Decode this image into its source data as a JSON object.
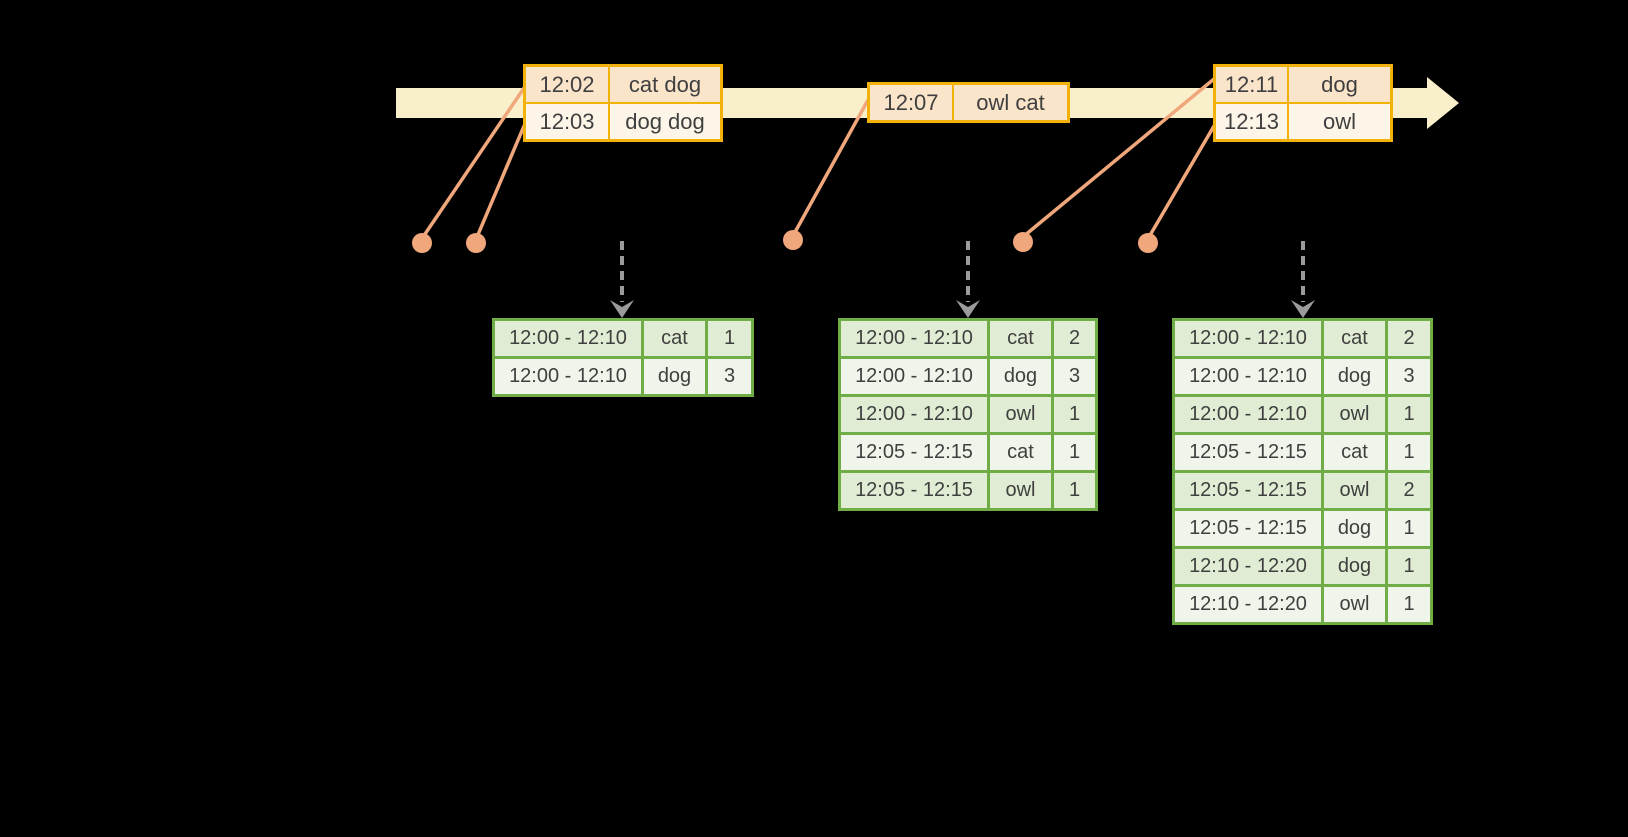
{
  "diagram": {
    "kind": "streaming-windowed-aggregation-timeline",
    "colors": {
      "background": "#000000",
      "timeline_fill": "#FAEFCB",
      "event_table_border": "#F2B20A",
      "event_row_primary": "#FAE5CB",
      "event_row_secondary": "#FDF6E8",
      "connector_and_dot": "#F0A77C",
      "trigger_arrow": "#9B9B9B",
      "result_table_border": "#70AD47",
      "result_row_primary": "#E0EDD4",
      "result_row_secondary": "#EFF5EA",
      "text": "#3F3F3F"
    }
  },
  "event_tables": [
    {
      "rows": [
        {
          "time": "12:02",
          "words": "cat dog"
        },
        {
          "time": "12:03",
          "words": "dog dog"
        }
      ]
    },
    {
      "rows": [
        {
          "time": "12:07",
          "words": "owl cat"
        }
      ]
    },
    {
      "rows": [
        {
          "time": "12:11",
          "words": "dog"
        },
        {
          "time": "12:13",
          "words": "owl"
        }
      ]
    }
  ],
  "result_tables": [
    {
      "rows": [
        [
          "12:00 - 12:10",
          "cat",
          1
        ],
        [
          "12:00 - 12:10",
          "dog",
          3
        ]
      ]
    },
    {
      "rows": [
        [
          "12:00 - 12:10",
          "cat",
          2
        ],
        [
          "12:00 - 12:10",
          "dog",
          3
        ],
        [
          "12:00 - 12:10",
          "owl",
          1
        ],
        [
          "12:05 - 12:15",
          "cat",
          1
        ],
        [
          "12:05 - 12:15",
          "owl",
          1
        ]
      ]
    },
    {
      "rows": [
        [
          "12:00 - 12:10",
          "cat",
          2
        ],
        [
          "12:00 - 12:10",
          "dog",
          3
        ],
        [
          "12:00 - 12:10",
          "owl",
          1
        ],
        [
          "12:05 - 12:15",
          "cat",
          1
        ],
        [
          "12:05 - 12:15",
          "owl",
          2
        ],
        [
          "12:05 - 12:15",
          "dog",
          1
        ],
        [
          "12:10 - 12:20",
          "dog",
          1
        ],
        [
          "12:10 - 12:20",
          "owl",
          1
        ]
      ]
    }
  ]
}
